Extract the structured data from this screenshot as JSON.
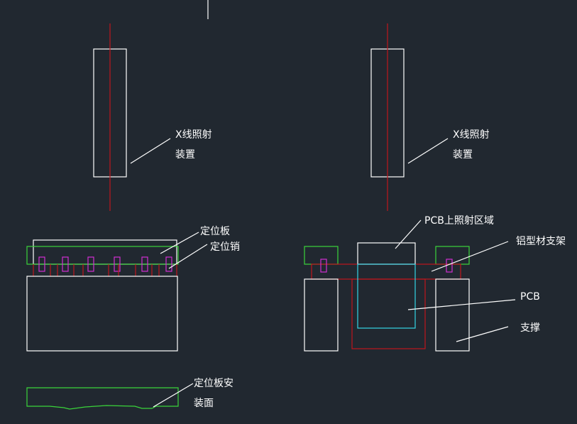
{
  "colors": {
    "background": "#212830",
    "outline": "#ffffff",
    "axis": "#c0161c",
    "plate": "#3ad43a",
    "pin": "#d22ed2",
    "pcb": "#35d6e6"
  },
  "labels": {
    "xray_left_line1": "X线照射",
    "xray_left_line2": "装置",
    "xray_right_line1": "X线照射",
    "xray_right_line2": "装置",
    "positioning_plate": "定位板",
    "positioning_pin": "定位销",
    "mount_surface_line1": "定位板安",
    "mount_surface_line2": "装面",
    "pcb_irradiation_area": "PCB上照射区域",
    "aluminum_frame": "铝型材支架",
    "pcb": "PCB",
    "support": "支撑"
  }
}
